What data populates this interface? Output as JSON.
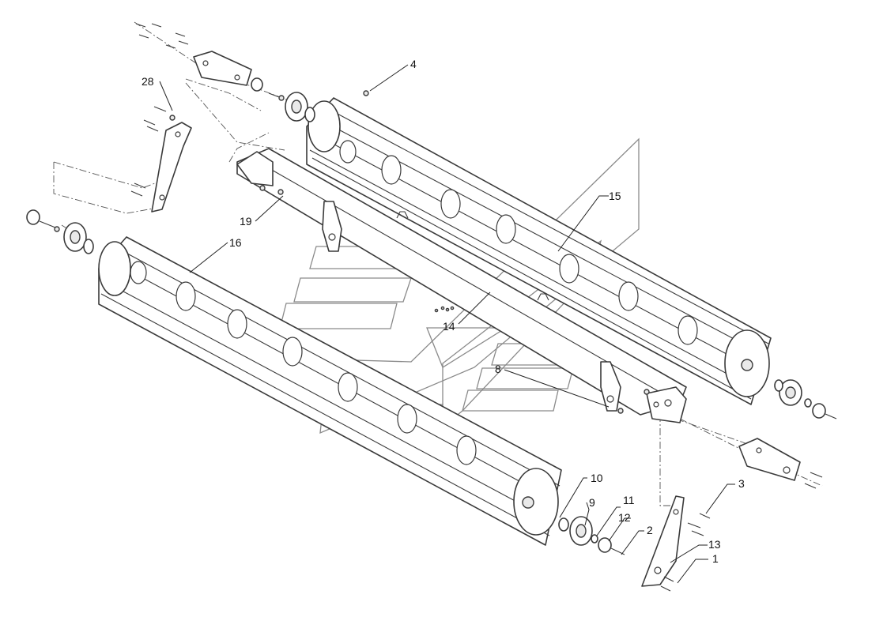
{
  "diagram": {
    "callouts": [
      {
        "id": "c1",
        "label": "1"
      },
      {
        "id": "c2",
        "label": "2"
      },
      {
        "id": "c3",
        "label": "3"
      },
      {
        "id": "c4",
        "label": "4"
      },
      {
        "id": "c8",
        "label": "8"
      },
      {
        "id": "c9",
        "label": "9"
      },
      {
        "id": "c10",
        "label": "10"
      },
      {
        "id": "c11",
        "label": "11"
      },
      {
        "id": "c12",
        "label": "12"
      },
      {
        "id": "c13",
        "label": "13"
      },
      {
        "id": "c14",
        "label": "14"
      },
      {
        "id": "c15",
        "label": "15"
      },
      {
        "id": "c16",
        "label": "16"
      },
      {
        "id": "c19",
        "label": "19"
      },
      {
        "id": "c28",
        "label": "28"
      }
    ],
    "colors": {
      "line": "#3a3a3a",
      "watermark": "#8a8a8a",
      "background": "#ffffff"
    }
  }
}
